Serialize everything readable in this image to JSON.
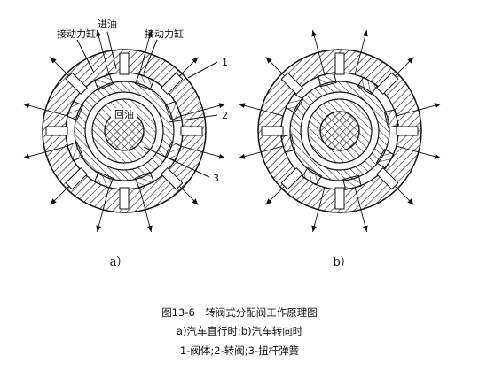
{
  "labels": {
    "inlet": "进油",
    "to_cylinder_left": "接动力缸",
    "to_cylinder_right": "接动力缸",
    "return": "回油",
    "part_1": "1",
    "part_2": "2",
    "part_3": "3",
    "sub_a": "a）",
    "sub_b": "b）"
  },
  "caption": {
    "title": "图13-6　转阀式分配阀工作原理图",
    "sub": "a)汽车直行时;b)汽车转向时",
    "legend": "1-阀体;2-转阀;3-扭杆弹簧"
  },
  "colors": {
    "line": "#111111",
    "hatch": "#222222",
    "background": "#ffffff"
  }
}
